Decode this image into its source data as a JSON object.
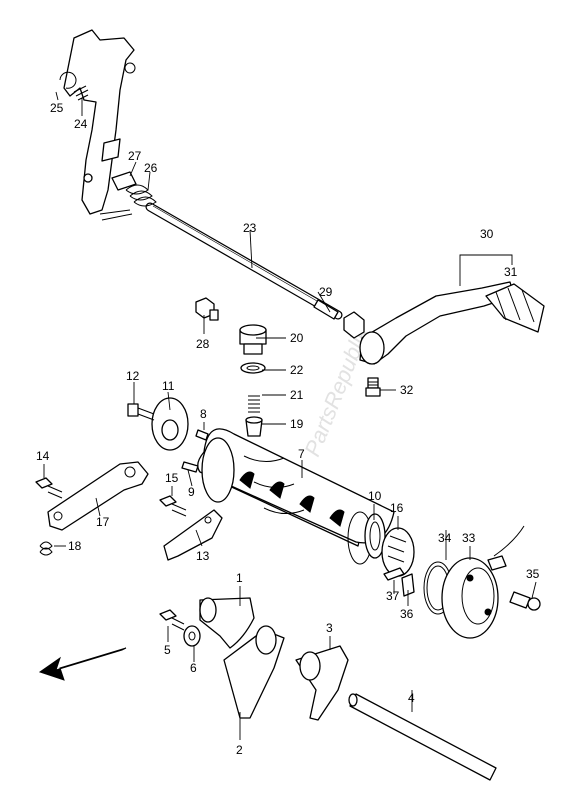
{
  "diagram": {
    "watermark": "PartsRepublik",
    "callouts": [
      {
        "id": "c1",
        "label": "1"
      },
      {
        "id": "c2",
        "label": "2"
      },
      {
        "id": "c3",
        "label": "3"
      },
      {
        "id": "c4",
        "label": "4"
      },
      {
        "id": "c5",
        "label": "5"
      },
      {
        "id": "c6",
        "label": "6"
      },
      {
        "id": "c7",
        "label": "7"
      },
      {
        "id": "c8",
        "label": "8"
      },
      {
        "id": "c9",
        "label": "9"
      },
      {
        "id": "c10",
        "label": "10"
      },
      {
        "id": "c11",
        "label": "11"
      },
      {
        "id": "c12",
        "label": "12"
      },
      {
        "id": "c13",
        "label": "13"
      },
      {
        "id": "c14",
        "label": "14"
      },
      {
        "id": "c15",
        "label": "15"
      },
      {
        "id": "c16",
        "label": "16"
      },
      {
        "id": "c17",
        "label": "17"
      },
      {
        "id": "c18",
        "label": "18"
      },
      {
        "id": "c19",
        "label": "19"
      },
      {
        "id": "c20",
        "label": "20"
      },
      {
        "id": "c21",
        "label": "21"
      },
      {
        "id": "c22",
        "label": "22"
      },
      {
        "id": "c23",
        "label": "23"
      },
      {
        "id": "c24",
        "label": "24"
      },
      {
        "id": "c25",
        "label": "25"
      },
      {
        "id": "c26",
        "label": "26"
      },
      {
        "id": "c27",
        "label": "27"
      },
      {
        "id": "c28",
        "label": "28"
      },
      {
        "id": "c29",
        "label": "29"
      },
      {
        "id": "c30",
        "label": "30"
      },
      {
        "id": "c31",
        "label": "31"
      },
      {
        "id": "c32",
        "label": "32"
      },
      {
        "id": "c33",
        "label": "33"
      },
      {
        "id": "c34",
        "label": "34"
      },
      {
        "id": "c35",
        "label": "35"
      },
      {
        "id": "c36",
        "label": "36"
      },
      {
        "id": "c37",
        "label": "37"
      }
    ]
  }
}
